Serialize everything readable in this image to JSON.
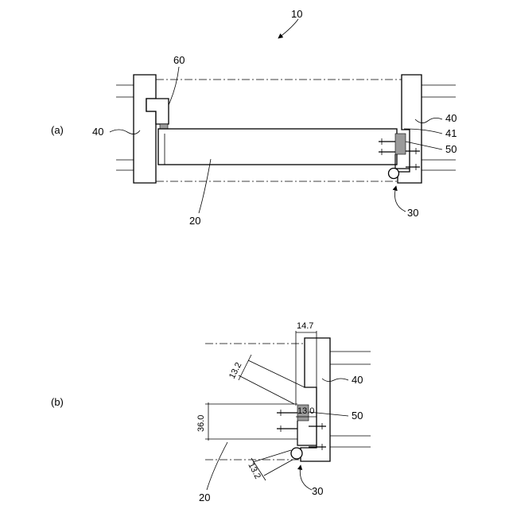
{
  "figure_number": "10",
  "panel_a": {
    "panel_label": "(a)",
    "labels": {
      "frame_left": "40",
      "frame_right": "40",
      "hook": "60",
      "groove": "41",
      "pad": "50",
      "panel": "20",
      "hinge": "30"
    }
  },
  "panel_b": {
    "panel_label": "(b)",
    "labels": {
      "frame": "40",
      "pad": "50",
      "panel": "20",
      "hinge": "30"
    },
    "dimensions": {
      "width_top": "14.7",
      "diag_upper": "13.2",
      "inner": "13.0",
      "height": "36.0",
      "diag_lower": "13.2"
    }
  }
}
